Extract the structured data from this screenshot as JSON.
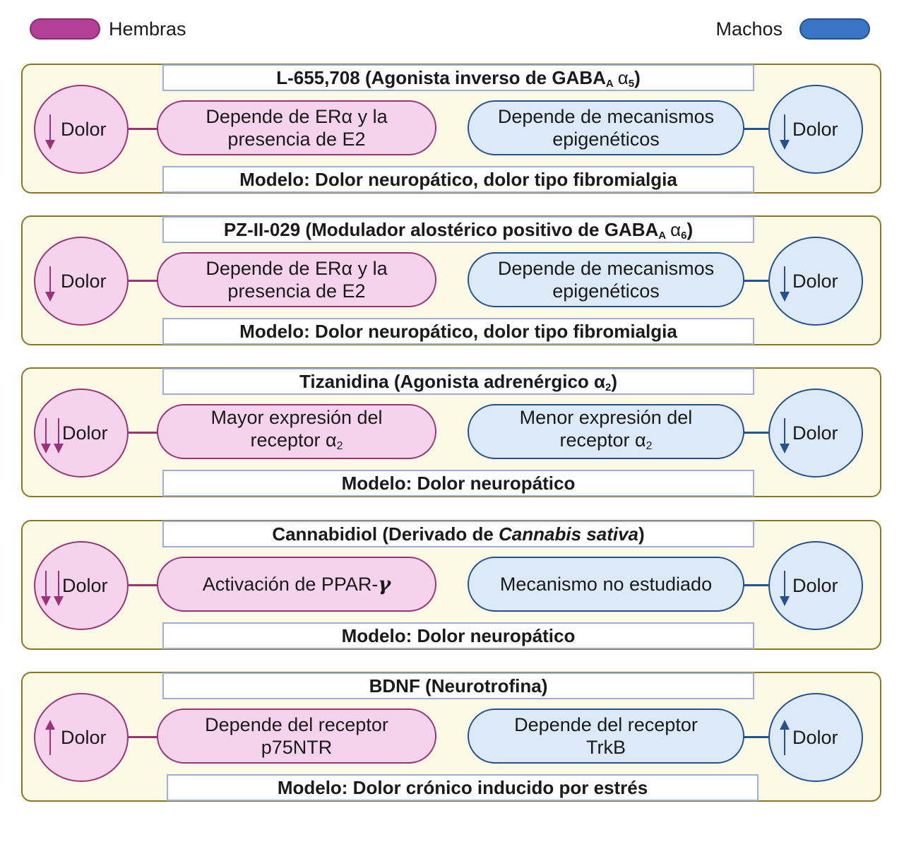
{
  "legend": {
    "female": {
      "label": "Hembras",
      "color": "#b43f96"
    },
    "male": {
      "label": "Machos",
      "color": "#3a74c4"
    }
  },
  "panels": [
    {
      "title_main": "L-655,708 (Agonista inverso de GABA",
      "title_sub": "A",
      "title_greek": "α",
      "title_greek_sub": "5",
      "title_end": ")",
      "female_arrows": 1,
      "female_direction": "down",
      "female_label": "Dolor",
      "female_mech_line1": "Depende de ERα  y la",
      "female_mech_line2": "presencia de E2",
      "male_mech_line1": "Depende de mecanismos",
      "male_mech_line2": "epigenéticos",
      "male_arrows": 1,
      "male_direction": "down",
      "male_label": "Dolor",
      "model": "Modelo: Dolor neuropático, dolor tipo fibromialgia"
    },
    {
      "title_main": "PZ-II-029 (Modulador alostérico positivo de GABA",
      "title_sub": "A",
      "title_greek": "α",
      "title_greek_sub": "6",
      "title_end": ")",
      "female_arrows": 1,
      "female_direction": "down",
      "female_label": "Dolor",
      "female_mech_line1": "Depende de ERα  y la",
      "female_mech_line2": "presencia de E2",
      "male_mech_line1": "Depende de mecanismos",
      "male_mech_line2": "epigenéticos",
      "male_arrows": 1,
      "male_direction": "down",
      "male_label": "Dolor",
      "model": "Modelo: Dolor neuropático, dolor tipo fibromialgia"
    },
    {
      "title_main": "Tizanidina (Agonista adrenérgico α",
      "title_sub": "2",
      "title_end": ")",
      "female_arrows": 2,
      "female_direction": "down",
      "female_label": "Dolor",
      "female_mech_line1": "Mayor expresión del",
      "female_mech_line2": "receptor  α",
      "female_mech_sub": "2",
      "male_mech_line1": "Menor expresión del",
      "male_mech_line2": "receptor  α",
      "male_mech_sub": "2",
      "male_arrows": 1,
      "male_direction": "down",
      "male_label": "Dolor",
      "model": "Modelo: Dolor neuropático"
    },
    {
      "title_main": "Cannabidiol (Derivado de ",
      "title_italic": "Cannabis sativa",
      "title_end": ")",
      "female_arrows": 2,
      "female_direction": "down",
      "female_label": "Dolor",
      "female_mech_line1": "Activación de PPAR-",
      "female_mech_gamma": "γ",
      "male_mech_line1": "Mecanismo no estudiado",
      "male_arrows": 1,
      "male_direction": "down",
      "male_label": "Dolor",
      "model": "Modelo: Dolor neuropático"
    },
    {
      "title_main": "BDNF (Neurotrofina)",
      "female_arrows": 1,
      "female_direction": "up",
      "female_label": "Dolor",
      "female_mech_line1": "Depende del receptor",
      "female_mech_line2": "p75NTR",
      "male_mech_line1": "Depende del receptor",
      "male_mech_line2": "TrkB",
      "male_arrows": 1,
      "male_direction": "up",
      "male_label": "Dolor",
      "model": "Modelo: Dolor crónico inducido por estrés"
    }
  ]
}
